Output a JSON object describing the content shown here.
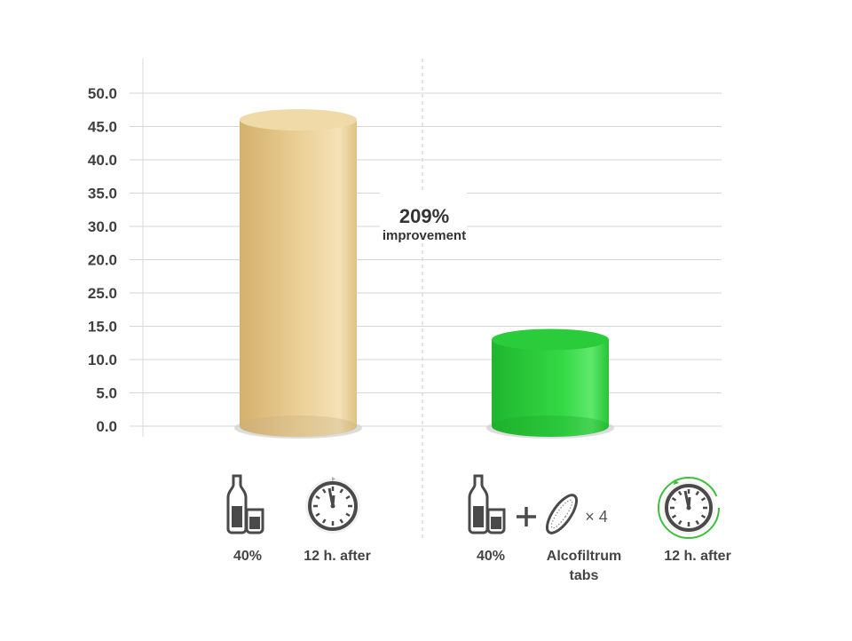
{
  "chart_data": {
    "type": "bar",
    "categories": [
      "",
      ""
    ],
    "values": [
      46,
      13
    ],
    "y_tick_labels": [
      "0.0",
      "5.0",
      "10.0",
      "15.0",
      "25.0",
      "20.0",
      "30.0",
      "35.0",
      "40.0",
      "45.0",
      "50.0"
    ],
    "ylim": [
      0,
      50
    ],
    "grid": true,
    "bar_colors": [
      "#e6c98c",
      "#2ed13f"
    ],
    "annotation": {
      "value": "209%",
      "text": "improvement"
    }
  },
  "captions": {
    "left": {
      "alcohol": "40%",
      "time": "12 h. after"
    },
    "right": {
      "alcohol": "40%",
      "tabs_line1": "Alcofiltrum",
      "tabs_line2": "tabs",
      "multiplier": "× 4",
      "time": "12 h. after"
    }
  },
  "icons": {
    "bottle_glass": "bottle-glass-icon",
    "clock": "clock-icon",
    "tablet": "tablet-icon",
    "plus": "plus-icon"
  },
  "colors": {
    "gold_bar": "#e6c98c",
    "green_bar": "#2ed13f",
    "green_accent": "#3cc13c",
    "icon_gray": "#4a4a4a"
  }
}
